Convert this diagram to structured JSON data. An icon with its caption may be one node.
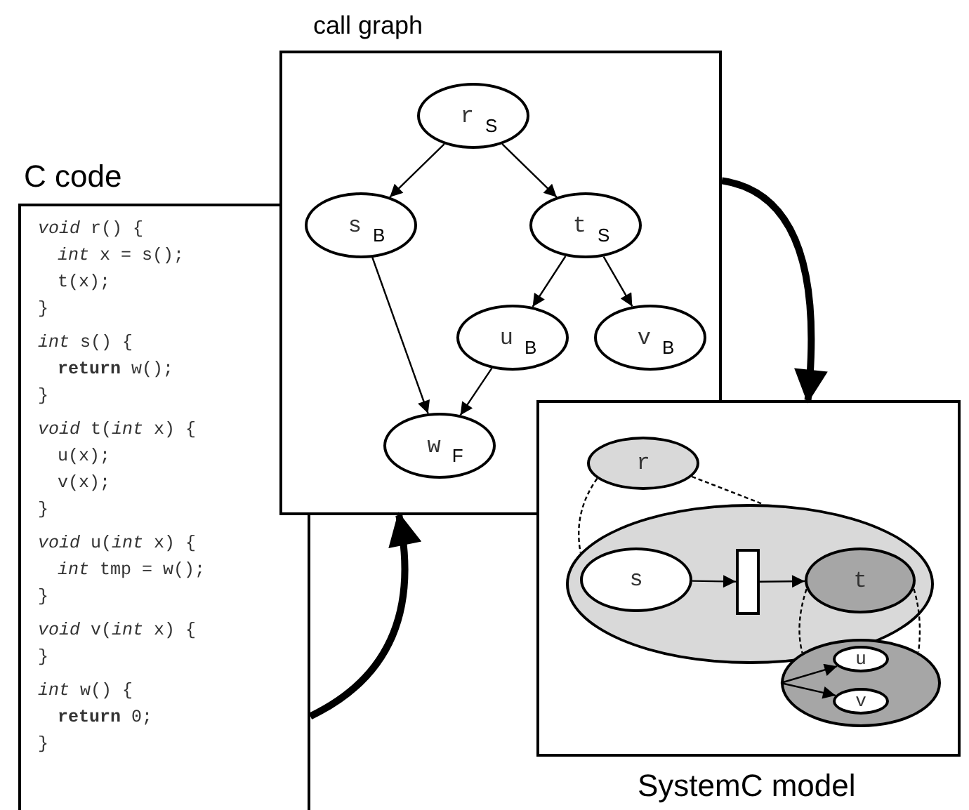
{
  "diagram": {
    "nodes": [
      {
        "text": [
          "C code",
          "*void* r() {",
          "*int* x = s();",
          "t(x);",
          "}",
          "*int* s() {",
          "**return** w();",
          "}",
          "*void* t(*int* x) {",
          "u(x);",
          "v(x);",
          "}",
          "*void* u(*int* x) {",
          "*int* tmp = w();",
          "}",
          "*void* v(*int* x) {",
          "}",
          "*int* w() {",
          "**return** 0;",
          "}"
        ]
      },
      {
        "text": [
          "call graph"
        ]
      },
      {
        "text": [
          "r",
          "S"
        ],
        "in": 1
      },
      {
        "text": [
          "s",
          "B"
        ],
        "in": 1
      },
      {
        "text": [
          "t",
          "S"
        ],
        "in": 1
      },
      {
        "text": [
          "u",
          "B"
        ],
        "in": 1
      },
      {
        "text": [
          "v",
          "B"
        ],
        "in": 1
      },
      {
        "text": [
          "w",
          "F"
        ],
        "in": 1
      },
      {
        "text": [
          "SystemC model"
        ]
      },
      {
        "text": [
          "r"
        ]
      },
      {
        "text": [],
        "shape": "ellipse",
        "in": 8
      },
      {
        "text": [
          "s"
        ],
        "in": 10
      },
      {
        "text": [],
        "shape": "box",
        "in": 10
      },
      {
        "text": [
          "t"
        ],
        "in": 10
      },
      {
        "text": [],
        "shape": "ellipse",
        "in": 8
      },
      {
        "text": [
          "u"
        ],
        "in": 14
      },
      {
        "text": [
          "v"
        ],
        "in": 14
      }
    ],
    "edges": [
      {
        "from": 2,
        "to": 3,
        "arrow": "to"
      },
      {
        "from": 2,
        "to": 4,
        "arrow": "to"
      },
      {
        "from": 3,
        "to": 7,
        "arrow": "to"
      },
      {
        "from": 4,
        "to": 5,
        "arrow": "to"
      },
      {
        "from": 4,
        "to": 6,
        "arrow": "to"
      },
      {
        "from": 5,
        "to": 7,
        "arrow": "to"
      },
      {
        "from": 0,
        "to": 1,
        "arrow": "to",
        "style": "thick"
      },
      {
        "from": 1,
        "to": 8,
        "arrow": "to",
        "style": "thick"
      },
      {
        "from": 11,
        "to": 12,
        "arrow": "to"
      },
      {
        "from": 12,
        "to": 13,
        "arrow": "to"
      },
      {
        "from": 9,
        "to": 10,
        "arrow": "none",
        "style": "dashed"
      },
      {
        "from": 9,
        "to": 10,
        "arrow": "none",
        "style": "dashed"
      },
      {
        "from": 13,
        "to": 14,
        "arrow": "none",
        "style": "dashed"
      },
      {
        "from": 13,
        "to": 14,
        "arrow": "none",
        "style": "dashed"
      },
      {
        "from": 14,
        "to": 15,
        "arrow": "to"
      },
      {
        "from": 14,
        "to": 16,
        "arrow": "to"
      }
    ]
  }
}
